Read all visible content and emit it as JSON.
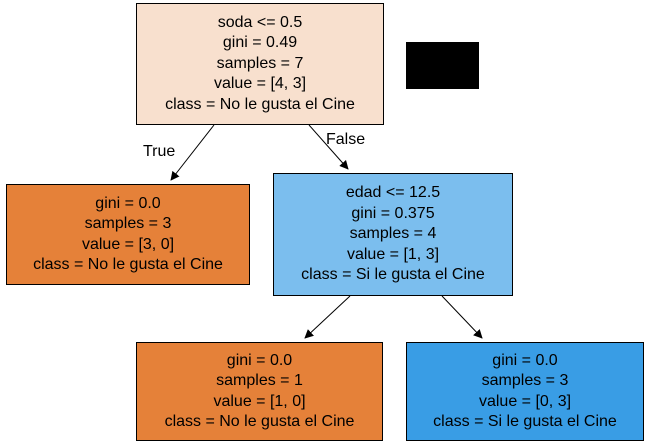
{
  "tree": {
    "root": {
      "lines": [
        "soda <= 0.5",
        "gini = 0.49",
        "samples = 7",
        "value = [4, 3]",
        "class = No le gusta el Cine"
      ],
      "fill": "#f8e0ce"
    },
    "left": {
      "lines": [
        "gini = 0.0",
        "samples = 3",
        "value = [3, 0]",
        "class = No le gusta el Cine"
      ],
      "fill": "#e58139"
    },
    "right": {
      "lines": [
        "edad <= 12.5",
        "gini = 0.375",
        "samples = 4",
        "value = [1, 3]",
        "class = Si le gusta el Cine"
      ],
      "fill": "#7bbeee"
    },
    "right_left": {
      "lines": [
        "gini = 0.0",
        "samples = 1",
        "value = [1, 0]",
        "class = No le gusta el Cine"
      ],
      "fill": "#e58139"
    },
    "right_right": {
      "lines": [
        "gini = 0.0",
        "samples = 3",
        "value = [0, 3]",
        "class = Si le gusta el Cine"
      ],
      "fill": "#399de5"
    }
  },
  "edge_labels": {
    "true_label": "True",
    "false_label": "False"
  },
  "colors": {
    "border": "#000000",
    "redaction": "#000000"
  }
}
